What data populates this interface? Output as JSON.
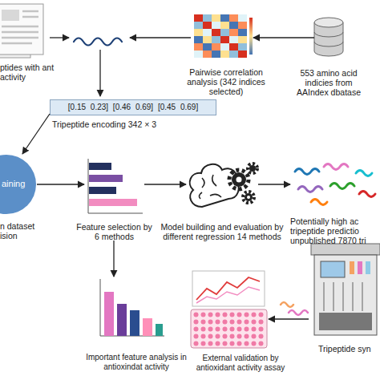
{
  "diagram": {
    "nodes": [
      {
        "text": [
          "ptides with ant activity"
        ]
      },
      {
        "text": [
          "Pairwise correlation analysis (342 indices selected)"
        ]
      },
      {
        "text": [
          "553 amino acid indicies from AAIndex dbatase"
        ]
      },
      {
        "text": [
          "[0.15 0.23] [0.46 0.69] [0.45 0.69]",
          "Tripeptide encoding 342 × 3"
        ]
      },
      {
        "text": [
          "aining",
          "n dataset ision"
        ]
      },
      {
        "text": [
          "Feature selection by 6 methods"
        ]
      },
      {
        "text": [
          "Model building and evaluation by different regression 14 methods"
        ]
      },
      {
        "text": [
          "Potentially high ac tripeptide predictio unpublished 7870 tri"
        ]
      },
      {
        "text": [
          "Important feature analysis in antioxindat activity"
        ]
      },
      {
        "text": [
          "External validation by antioxidant activity assay"
        ]
      },
      {
        "text": [
          "Tripeptide syn"
        ]
      }
    ],
    "edges": [
      {
        "from": 2,
        "to": 1,
        "arrow": "to"
      },
      {
        "from": 3,
        "to": 4,
        "arrow": "to"
      },
      {
        "from": 4,
        "to": 5,
        "arrow": "to"
      },
      {
        "from": 5,
        "to": 6,
        "arrow": "to"
      },
      {
        "from": 6,
        "to": 7,
        "arrow": "to"
      },
      {
        "from": 5,
        "to": 8,
        "arrow": "to"
      },
      {
        "from": 10,
        "to": 9,
        "arrow": "to"
      }
    ]
  }
}
